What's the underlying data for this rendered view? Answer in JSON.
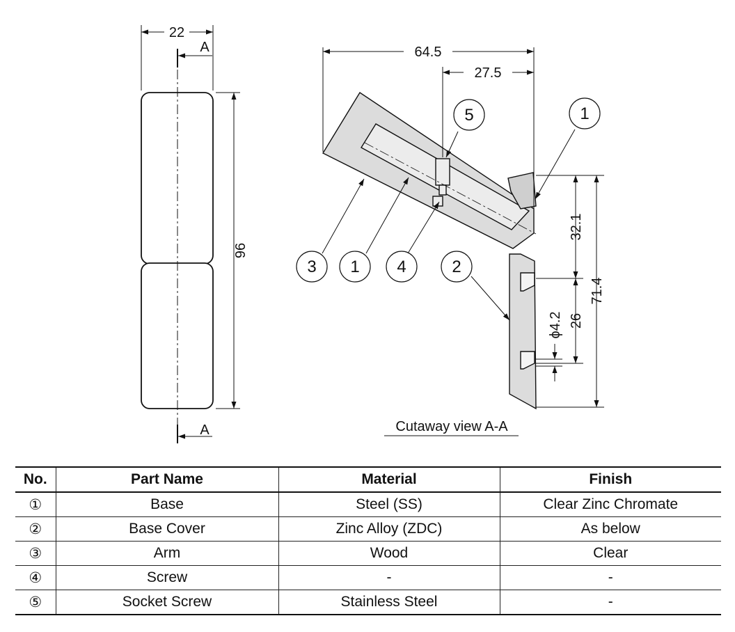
{
  "drawing": {
    "front_view": {
      "width_dim": "22",
      "height_dim": "96",
      "section_label_top": "A",
      "section_label_bottom": "A"
    },
    "cutaway_view": {
      "caption": "Cutaway view A-A",
      "dims": {
        "overall_width": "64.5",
        "screw_offset": "27.5",
        "upper_height": "32.1",
        "hole_pitch": "26",
        "hole_dia": "ϕ4.2",
        "overall_height": "71.4"
      },
      "callouts": [
        "1",
        "1",
        "2",
        "3",
        "4",
        "5"
      ]
    },
    "colors": {
      "part_fill": "#dcdcdc",
      "line": "#111111"
    }
  },
  "table": {
    "headers": [
      "No.",
      "Part Name",
      "Material",
      "Finish"
    ],
    "rows": [
      [
        "①",
        "Base",
        "Steel (SS)",
        "Clear Zinc Chromate"
      ],
      [
        "②",
        "Base Cover",
        "Zinc Alloy (ZDC)",
        "As below"
      ],
      [
        "③",
        "Arm",
        "Wood",
        "Clear"
      ],
      [
        "④",
        "Screw",
        "-",
        "-"
      ],
      [
        "⑤",
        "Socket Screw",
        "Stainless Steel",
        "-"
      ]
    ]
  }
}
